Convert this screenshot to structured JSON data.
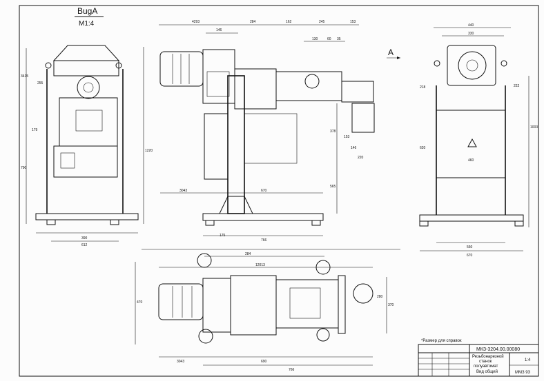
{
  "view_labels": {
    "view_b": "BugA",
    "scale": "M1:4",
    "view_a": "A"
  },
  "note": "*Размер для справок",
  "title_block": {
    "doc_number": "МКЗ-3204.00.00080",
    "title_lines": [
      "Резьбонарезной",
      "станок",
      "полуавтомат",
      "Вид общий"
    ],
    "scale": "1:4",
    "company": "ММЗ 93"
  },
  "dims": {
    "front": {
      "d1": "3415",
      "d2": "255",
      "d3": "179",
      "d4": "790",
      "d5": "1220",
      "d6": "390",
      "d7": "612"
    },
    "side": {
      "d1": "4293",
      "d2": "146",
      "d3": "284",
      "d4": "162",
      "d5": "245",
      "d6": "153",
      "d7": "130",
      "d8": "60",
      "d9": "35",
      "d10": "153",
      "d11": "378",
      "d12": "146",
      "d13": "220",
      "d14": "3043",
      "d15": "670",
      "d16": "565",
      "d17": "175",
      "d18": "766"
    },
    "right": {
      "d1": "440",
      "d2": "330",
      "d3": "218",
      "d4": "222",
      "d5": "620",
      "d6": "460",
      "d7": "1003",
      "d8": "560",
      "d9": "670"
    },
    "top": {
      "d1": "284",
      "d2": "12013",
      "d3": "470",
      "d4": "370",
      "d5": "280",
      "d6": "3043",
      "d7": "690",
      "d8": "766"
    }
  }
}
